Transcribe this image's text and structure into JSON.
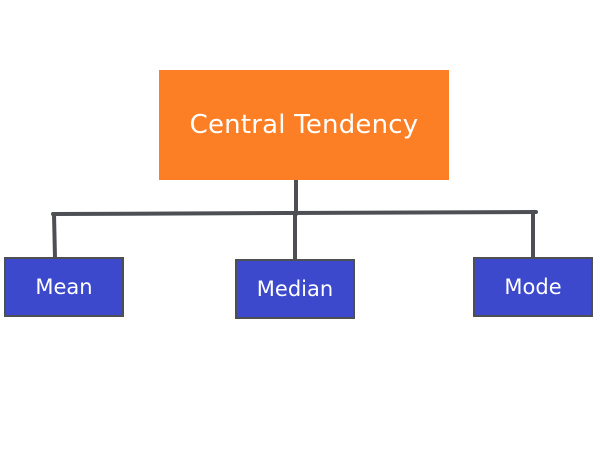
{
  "diagram": {
    "root": {
      "label": "Central Tendency",
      "color": "#fd7f25"
    },
    "children": [
      {
        "label": "Mean"
      },
      {
        "label": "Median"
      },
      {
        "label": "Mode"
      }
    ],
    "child_color": "#3c49cc",
    "connector_color": "#4d4f55"
  }
}
